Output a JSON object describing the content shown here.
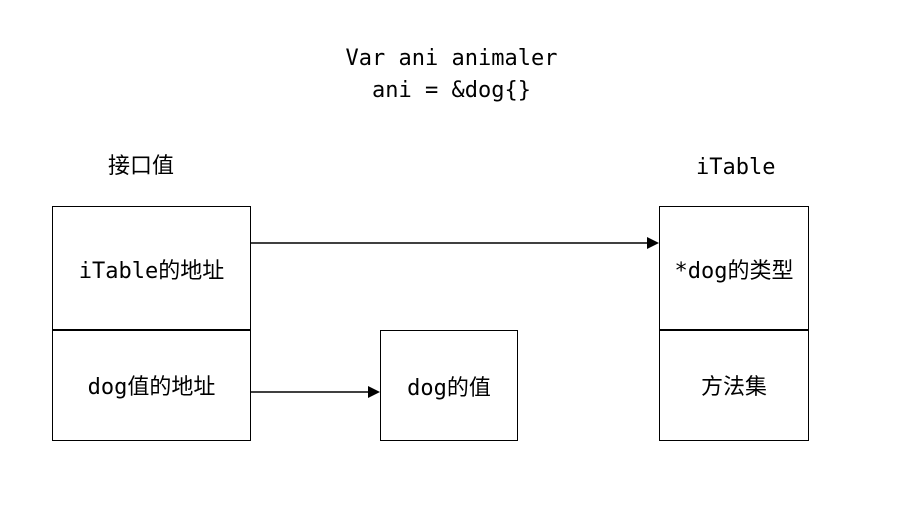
{
  "code": {
    "line1": "Var ani animaler",
    "line2": "ani = &dog{}"
  },
  "interface_value": {
    "heading": "接口值",
    "cells": [
      "iTable的地址",
      "dog值的地址"
    ]
  },
  "dog_value": {
    "label": "dog的值"
  },
  "itable": {
    "heading": "iTable",
    "cells": [
      "*dog的类型",
      "方法集"
    ]
  }
}
